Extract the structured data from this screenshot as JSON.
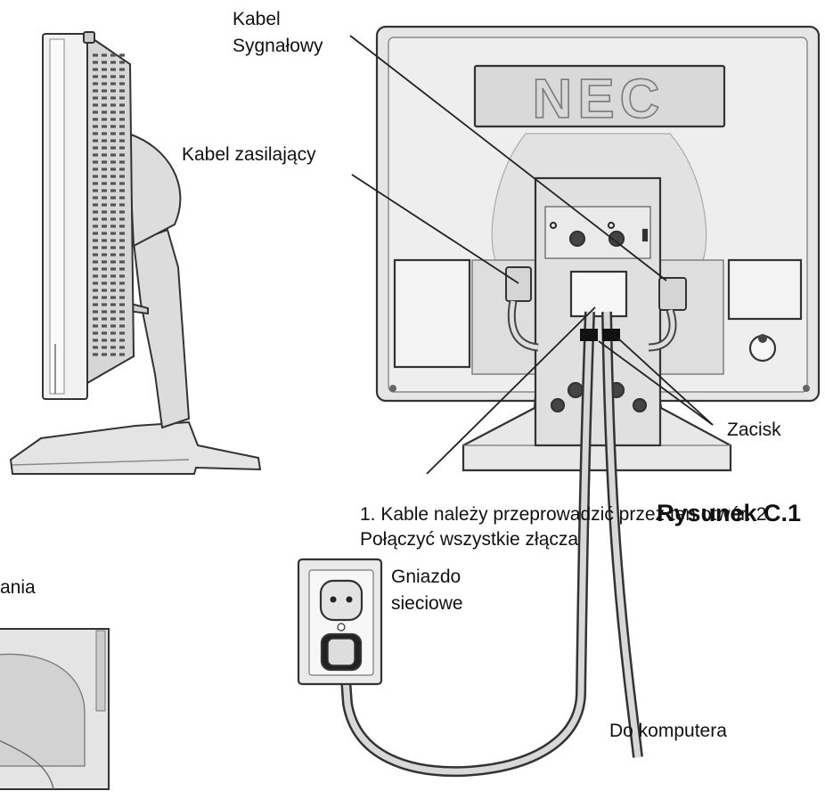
{
  "figure": {
    "title": "Rysunek C.1",
    "brand": "NEC"
  },
  "labels": {
    "signal_cable": [
      "Kabel",
      "Sygnałowy"
    ],
    "power_cable": "Kabel zasilający",
    "clamp": "Zacisk",
    "instruction": [
      "1. Kable należy przeprowadzić przez ten otwór. 2.",
      "Połączyć wszystkie złącza"
    ],
    "outlet": [
      "Gniazdo",
      "sieciowe"
    ],
    "to_computer": "Do komputera",
    "cut_off": "ania"
  }
}
